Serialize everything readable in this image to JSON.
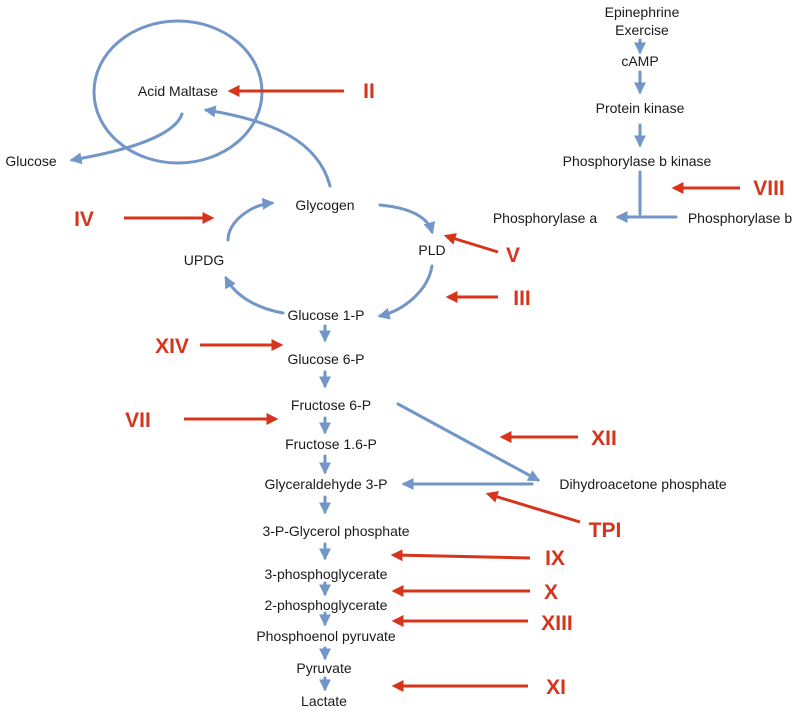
{
  "nodes": {
    "epinephrine": "Epinephrine",
    "exercise": "Exercise",
    "camp": "cAMP",
    "protein_kinase": "Protein kinase",
    "phosphorylase_b_kinase": "Phosphorylase b kinase",
    "phosphorylase_a": "Phosphorylase a",
    "phosphorylase_b": "Phosphorylase b",
    "acid_maltase": "Acid Maltase",
    "glucose": "Glucose",
    "glycogen": "Glycogen",
    "updg": "UPDG",
    "pld": "PLD",
    "glucose_1p": "Glucose 1-P",
    "glucose_6p": "Glucose 6-P",
    "fructose_6p": "Fructose 6-P",
    "fructose_16p": "Fructose 1.6-P",
    "glyceraldehyde_3p": "Glyceraldehyde 3-P",
    "dihydroxyacetone_phosphate": "Dihydroacetone phosphate",
    "glycerol_phosphate": "3-P-Glycerol phosphate",
    "phosphoglycerate_3": "3-phosphoglycerate",
    "phosphoglycerate_2": "2-phosphoglycerate",
    "phosphoenol_pyruvate": "Phosphoenol pyruvate",
    "pyruvate": "Pyruvate",
    "lactate": "Lactate"
  },
  "enzymes": {
    "II": "II",
    "IV": "IV",
    "V": "V",
    "III": "III",
    "VIII": "VIII",
    "XIV": "XIV",
    "VII": "VII",
    "XII": "XII",
    "TPI": "TPI",
    "IX": "IX",
    "X": "X",
    "XIII": "XIII",
    "XI": "XI"
  },
  "colors": {
    "pathway_arrow": "#7296c7",
    "enzyme_defect": "#d6351b",
    "text": "#1a1a1a"
  }
}
